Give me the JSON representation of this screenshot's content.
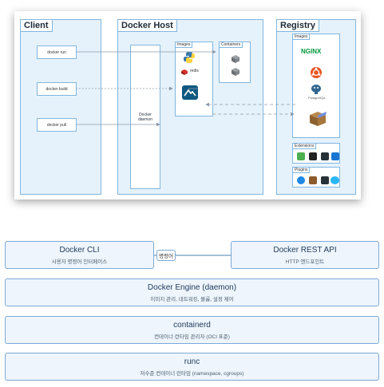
{
  "architecture": {
    "client": {
      "title": "Client",
      "commands": [
        "docker run",
        "docker build",
        "docker pull"
      ]
    },
    "docker_host": {
      "title": "Docker Host",
      "daemon_label": "Docker\ndaemon",
      "images_label": "Images",
      "containers_label": "Containers",
      "redis_label": "redis"
    },
    "registry": {
      "title": "Registry",
      "images_label": "Images",
      "nginx_label": "NGINX",
      "postgres_label": "PostgreSQL",
      "extensions_label": "Extensions",
      "plugins_label": "Plugins"
    }
  },
  "stack": {
    "cli": {
      "title": "Docker CLI",
      "subtitle": "사용자 명령어 인터페이스"
    },
    "connector": "명령어",
    "rest_api": {
      "title": "Docker REST API",
      "subtitle": "HTTP 엔드포인트"
    },
    "engine": {
      "title": "Docker Engine (daemon)",
      "subtitle": "이미지 관리, 네트워킹, 볼륨, 설정 제어"
    },
    "containerd": {
      "title": "containerd",
      "subtitle": "컨테이너 런타임 관리자 (OCI 표준)"
    },
    "runc": {
      "title": "runc",
      "subtitle": "저수준 컨테이너 런타임 (namespace, cgroups)"
    }
  },
  "colors": {
    "column_fill": "#e6f2fb",
    "column_border": "#7fb6e0",
    "layer_fill": "#eef5fc",
    "layer_border": "#7aa9d6"
  }
}
